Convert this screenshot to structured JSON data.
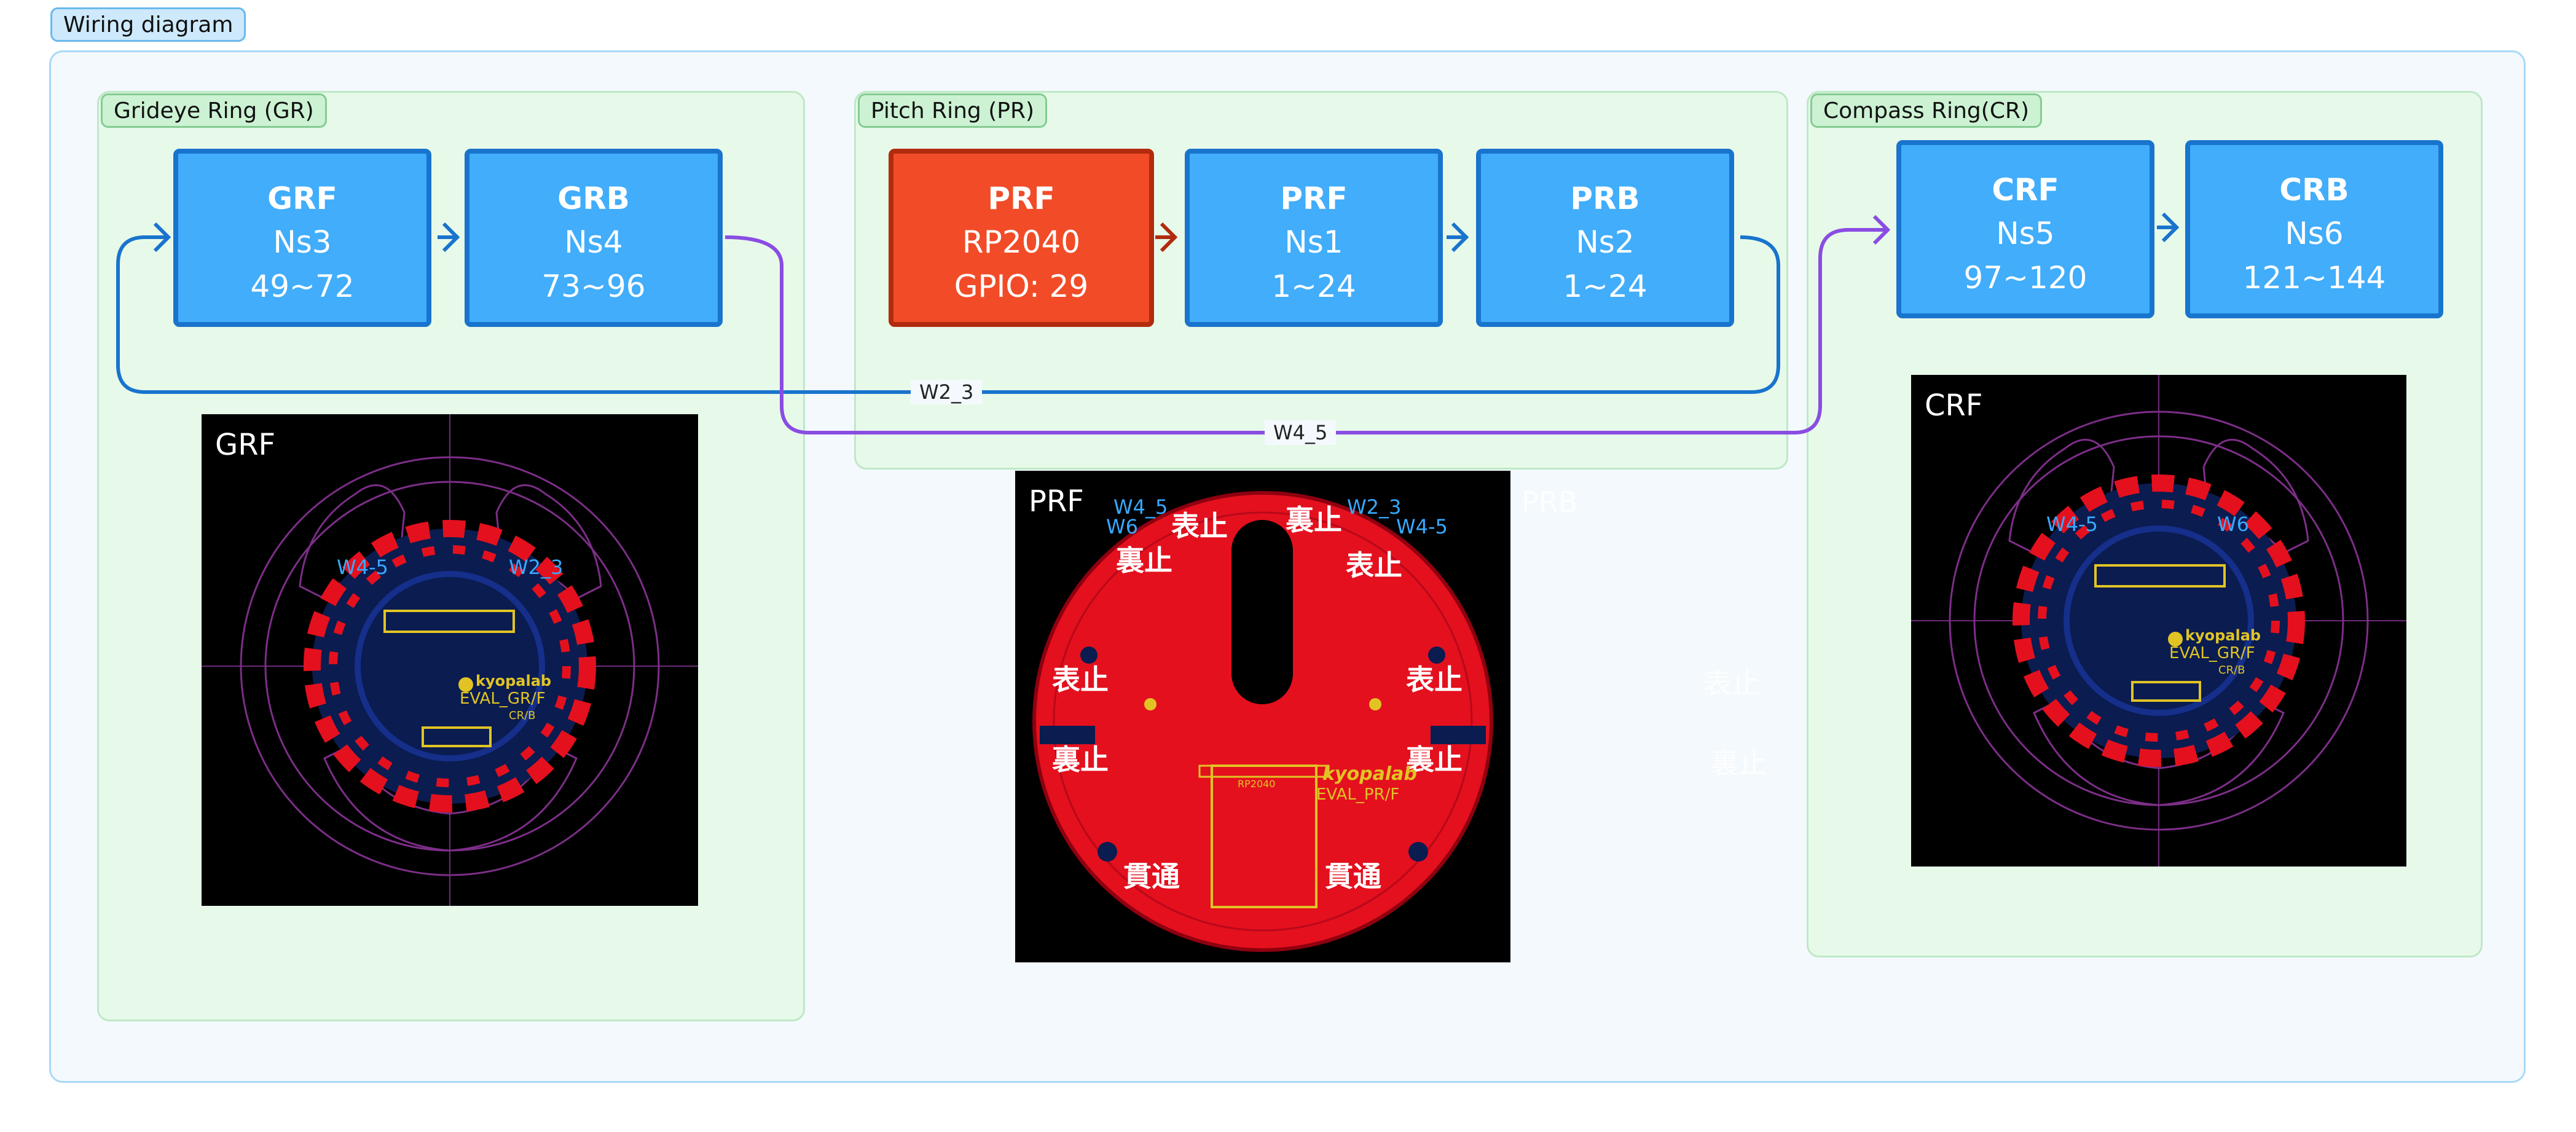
{
  "diagram": {
    "title": "Wiring diagram",
    "groups": {
      "gr": {
        "label": "Grideye Ring (GR)"
      },
      "pr": {
        "label": "Pitch Ring (PR)"
      },
      "cr": {
        "label": "Compass Ring(CR)"
      }
    },
    "nodes": {
      "gr_grf": {
        "name": "GRF",
        "line2": "Ns3",
        "line3": "49~72"
      },
      "gr_grb": {
        "name": "GRB",
        "line2": "Ns4",
        "line3": "73~96"
      },
      "pr_src": {
        "name": "PRF",
        "line2": "RP2040",
        "line3": "GPIO: 29"
      },
      "pr_prf": {
        "name": "PRF",
        "line2": "Ns1",
        "line3": "1~24"
      },
      "pr_prb": {
        "name": "PRB",
        "line2": "Ns2",
        "line3": "1~24"
      },
      "cr_crf": {
        "name": "CRF",
        "line2": "Ns5",
        "line3": "97~120"
      },
      "cr_crb": {
        "name": "CRB",
        "line2": "Ns6",
        "line3": "121~144"
      }
    },
    "edges": {
      "w2_3": {
        "label": "W2_3",
        "color": "#1974cd"
      },
      "w4_5": {
        "label": "W4_5",
        "color": "#8a4de2"
      }
    },
    "colors": {
      "node_fill": "#41adfb",
      "node_border": "#1974cd",
      "source_fill": "#f14c27",
      "source_border": "#b22b0e",
      "group_fill": "#e7faea",
      "board_red": "#e4101e"
    },
    "photos": {
      "grf": {
        "caption": "GRF",
        "wires": [
          "W4-5",
          "W2_3"
        ],
        "brand": "kyopalab",
        "board_text": "EVAL_GR/F",
        "subtext": "CR/B"
      },
      "prf": {
        "caption": "PRF",
        "wires_left": [
          "W4_5",
          "W6"
        ],
        "wires_right": [
          "W2_3",
          "W4-5"
        ],
        "pin_labels": [
          "表止",
          "裏止",
          "裏止",
          "表止",
          "表止",
          "表止",
          "裏止",
          "裏止",
          "貫通",
          "貫通"
        ],
        "brand": "kyopalab",
        "board_text": "EVAL_PR/F",
        "chip": "RP2040",
        "ghost_caption": "PRB",
        "ghost_labels": [
          "表止",
          "裏止"
        ]
      },
      "crf": {
        "caption": "CRF",
        "wires": [
          "W4-5",
          "W6"
        ],
        "brand": "kyopalab",
        "board_text": "EVAL_GR/F",
        "subtext": "CR/B"
      }
    }
  }
}
